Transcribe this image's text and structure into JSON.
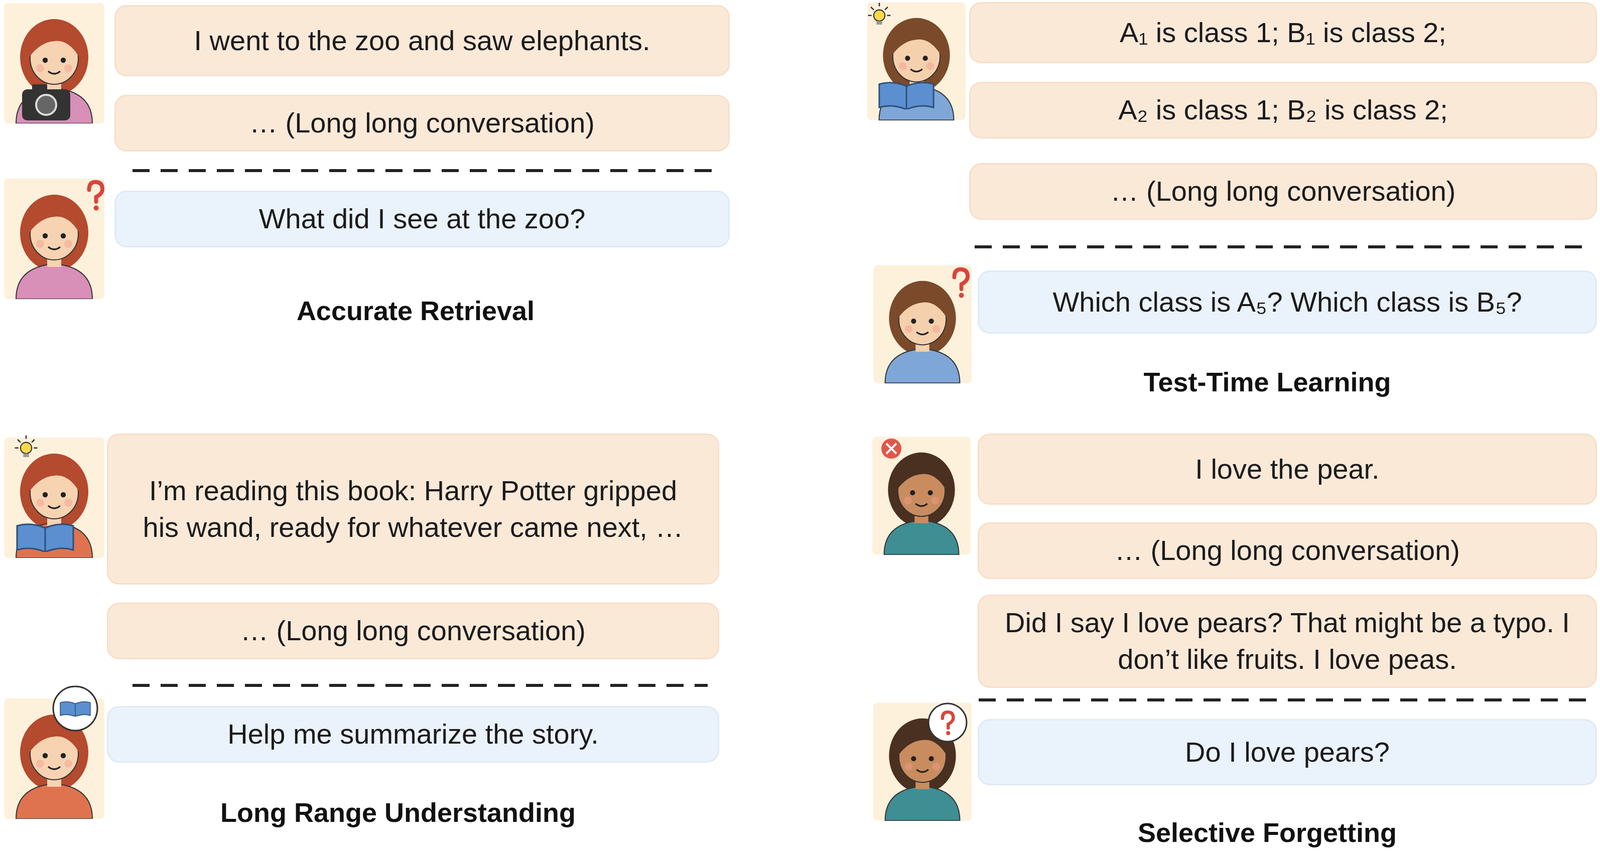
{
  "diagram": {
    "nodes": [
      {
        "text": [
          "I went to the zoo and saw elephants."
        ]
      },
      {
        "text": [
          "… (Long long conversation)"
        ]
      },
      {
        "text": [
          "What did I see at the zoo?"
        ]
      },
      {
        "text": [
          "A₁ is class 1; B₁ is class 2;"
        ]
      },
      {
        "text": [
          "A₂ is class 1; B₂ is class 2;"
        ]
      },
      {
        "text": [
          "… (Long long conversation)"
        ]
      },
      {
        "text": [
          "Which class is A₅? Which class is B₅?"
        ]
      },
      {
        "text": [
          "I’m reading this book: Harry Potter gripped his wand, ready for whatever came next, …"
        ]
      },
      {
        "text": [
          "… (Long long conversation)"
        ]
      },
      {
        "text": [
          "Help me summarize the story."
        ]
      },
      {
        "text": [
          "I love the pear."
        ]
      },
      {
        "text": [
          "… (Long long conversation)"
        ]
      },
      {
        "text": [
          "Did I say I love pears? That might be a typo. I don’t like fruits. I love peas."
        ]
      },
      {
        "text": [
          "Do I love pears?"
        ]
      }
    ],
    "labels": [
      "Accurate Retrieval",
      "Test-Time Learning",
      "Long Range Understanding",
      "Selective Forgetting"
    ]
  }
}
